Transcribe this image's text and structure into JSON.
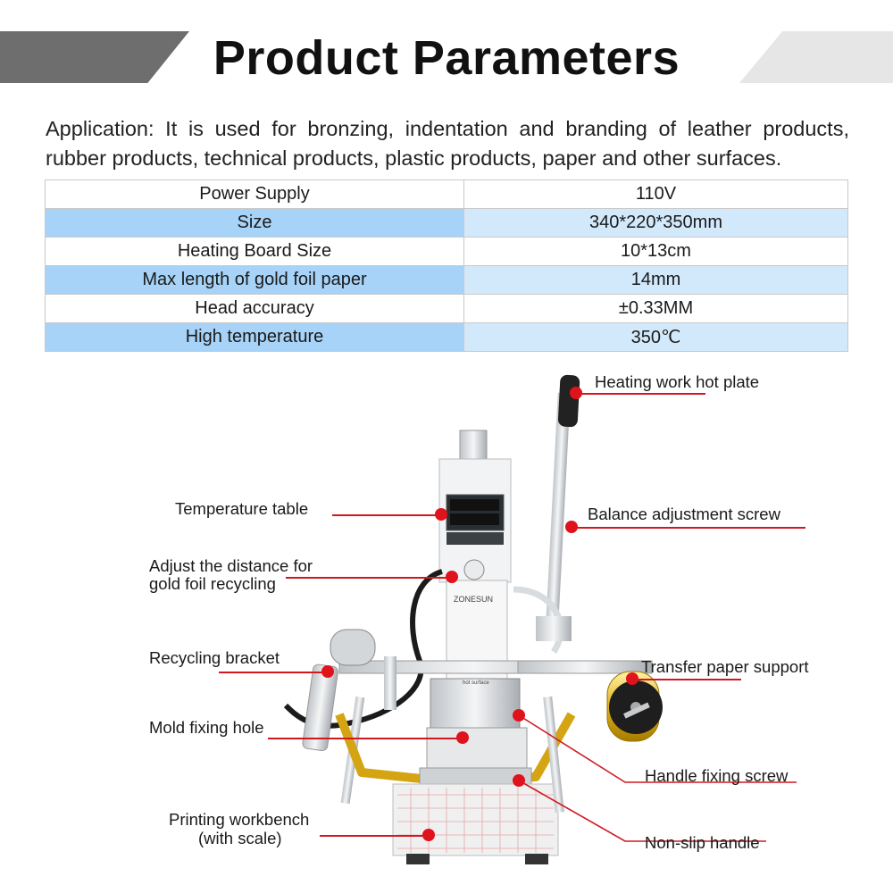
{
  "header": {
    "title": "Product Parameters"
  },
  "application": "Application: It is used for bronzing, indentation and branding of leather products, rubber products, technical products, plastic products, paper and other surfaces.",
  "params": [
    {
      "name": "Power Supply",
      "value": "110V"
    },
    {
      "name": "Size",
      "value": "340*220*350mm"
    },
    {
      "name": "Heating Board Size",
      "value": "10*13cm"
    },
    {
      "name": "Max length of gold foil paper",
      "value": "14mm"
    },
    {
      "name": "Head accuracy",
      "value": "±0.33MM"
    },
    {
      "name": "High temperature",
      "value": "350℃"
    }
  ],
  "callouts": {
    "heating_plate": "Heating work hot plate",
    "temperature_table": "Temperature table",
    "balance_screw": "Balance adjustment screw",
    "adjust_distance_1": "Adjust the distance for",
    "adjust_distance_2": "gold foil recycling",
    "recycling_bracket": "Recycling bracket",
    "transfer_support": "Transfer paper support",
    "mold_hole": "Mold fixing hole",
    "handle_screw": "Handle fixing screw",
    "workbench_1": "Printing workbench",
    "workbench_2": "(with scale)",
    "non_slip": "Non-slip handle"
  },
  "machine": {
    "brand": "ZONESUN",
    "warning": "hot surface"
  },
  "colors": {
    "accent_red": "#e0121c",
    "row_blue": "#a6d3f7",
    "row_light_blue": "#d2e9fb"
  }
}
